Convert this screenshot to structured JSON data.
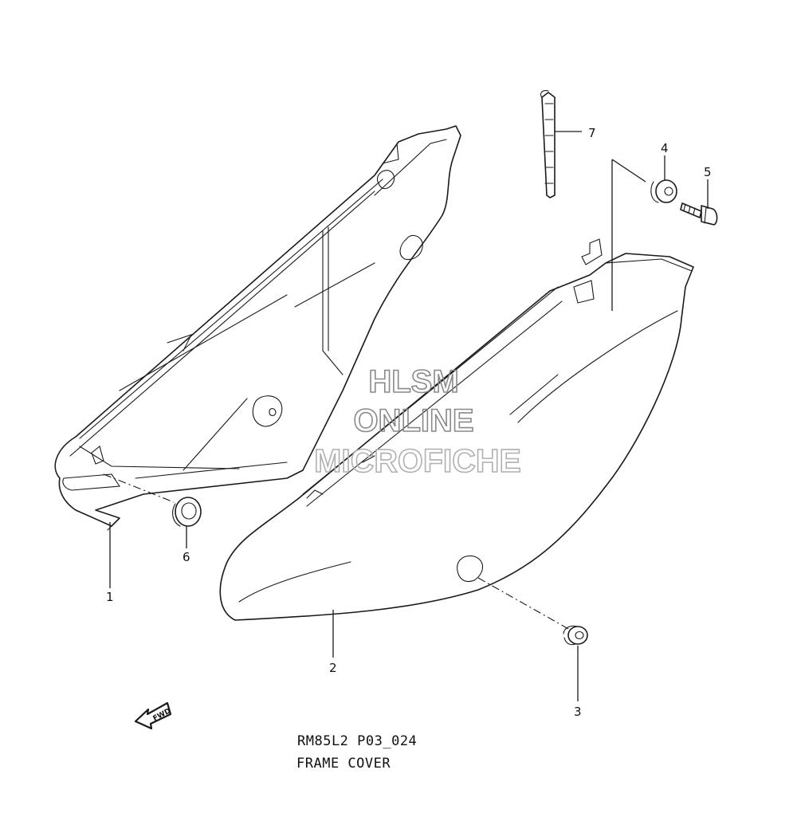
{
  "diagram": {
    "callouts": [
      {
        "id": "1",
        "label": "1"
      },
      {
        "id": "2",
        "label": "2"
      },
      {
        "id": "3",
        "label": "3"
      },
      {
        "id": "4",
        "label": "4"
      },
      {
        "id": "5",
        "label": "5"
      },
      {
        "id": "6",
        "label": "6"
      },
      {
        "id": "7",
        "label": "7"
      }
    ],
    "fwd_label": "FWD"
  },
  "watermark": {
    "line1": "HLSM",
    "line2": "ONLINE",
    "line3": "MICROFICHE",
    "color": "#8a8a8a"
  },
  "caption": {
    "code": "RM85L2 P03_024",
    "title": "FRAME COVER"
  }
}
